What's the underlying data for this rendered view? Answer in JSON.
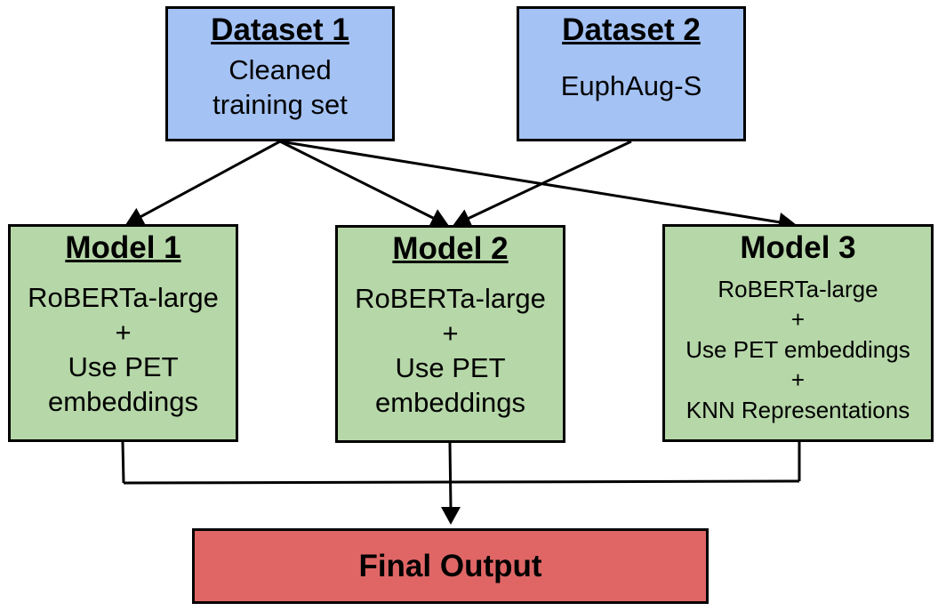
{
  "datasets": [
    {
      "title": "Dataset 1",
      "lines": [
        "Cleaned",
        "training set"
      ]
    },
    {
      "title": "Dataset 2",
      "lines": [
        "EuphAug-S"
      ]
    }
  ],
  "models": [
    {
      "title": "Model 1",
      "lines": [
        "RoBERTa-large",
        "+",
        "Use PET",
        "embeddings"
      ]
    },
    {
      "title": "Model 2",
      "lines": [
        "RoBERTa-large",
        "+",
        "Use PET",
        "embeddings"
      ]
    },
    {
      "title": "Model 3",
      "lines": [
        "RoBERTa-large",
        "+",
        "Use PET embeddings",
        "+",
        "KNN Representations"
      ]
    }
  ],
  "output": {
    "title": "Final Output"
  },
  "colors": {
    "dataset_fill": "#a4c2f4",
    "model_fill": "#b6d7a8",
    "output_fill": "#e06666",
    "stroke": "#000000"
  }
}
